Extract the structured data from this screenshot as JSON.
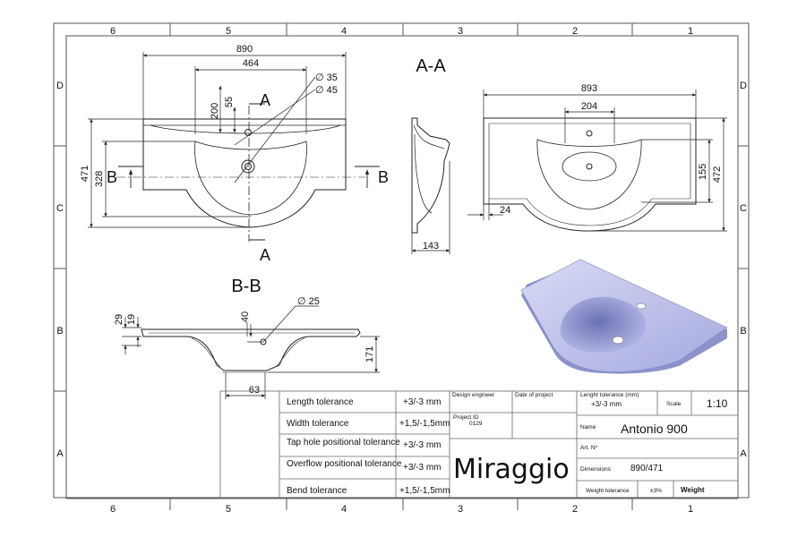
{
  "frame": {
    "top_numbers": [
      "6",
      "5",
      "4",
      "3",
      "2",
      "1"
    ],
    "bottom_numbers": [
      "6",
      "5",
      "4",
      "3",
      "2",
      "1"
    ],
    "side_letters": [
      "D",
      "C",
      "B",
      "A"
    ]
  },
  "plan_view": {
    "width_overall": "890",
    "bowl_span": "464",
    "tap_hole_dia": "∅ 35",
    "overflow_dia": "∅ 45",
    "tap_offset": "200",
    "tap_offset_small": "55",
    "depth_overall": "471",
    "bowl_depth": "328",
    "section_a_top": "A",
    "section_a_bottom": "A",
    "section_b_left": "B",
    "section_b_right": "B"
  },
  "section_aa": {
    "title": "A-A",
    "height": "143"
  },
  "top_view": {
    "width_overall": "893",
    "hole_spacing": "204",
    "edge_offset": "24",
    "height_inner": "155",
    "height_overall": "472"
  },
  "section_bb": {
    "title": "B-B",
    "dim_29": "29",
    "dim_19": "19",
    "dim_40": "40",
    "drain_dia": "∅ 25",
    "height": "171",
    "drain_offset": "63"
  },
  "title_block": {
    "tolerances": [
      {
        "label": "Length tolerance",
        "value": "+3/-3 mm"
      },
      {
        "label": "Width tolerance",
        "value": "+1,5/-1,5mm"
      },
      {
        "label": "Tap hole positional tolerance",
        "value": "+3/-3 mm"
      },
      {
        "label": "Overflow positional tolerance",
        "value": "+3/-3 mm"
      },
      {
        "label": "Bend tolerance",
        "value": "+1,5/-1,5mm"
      }
    ],
    "design_engineer_label": "Design engineer",
    "date_label": "Date of project",
    "project_id_label": "Project ID",
    "project_id_value": "0129",
    "brand": "Miraggio",
    "length_tol_label": "Lenght tolerance (mm)",
    "length_tol_value": "+3/-3 mm",
    "scale_label": "Scale",
    "scale_value": "1:10",
    "name_label": "Name",
    "name_value": "Antonio 900",
    "art_label": "Art. Nº",
    "dimensions_label": "Dimensions",
    "dimensions_value": "890/471",
    "weight_tol_label": "Weight tolerance",
    "weight_tol_value": "±3%",
    "weight_label": "Weight"
  },
  "colors": {
    "line": "#222222",
    "render_top": "#b9bde8",
    "render_bowl": "#8d92cc"
  }
}
